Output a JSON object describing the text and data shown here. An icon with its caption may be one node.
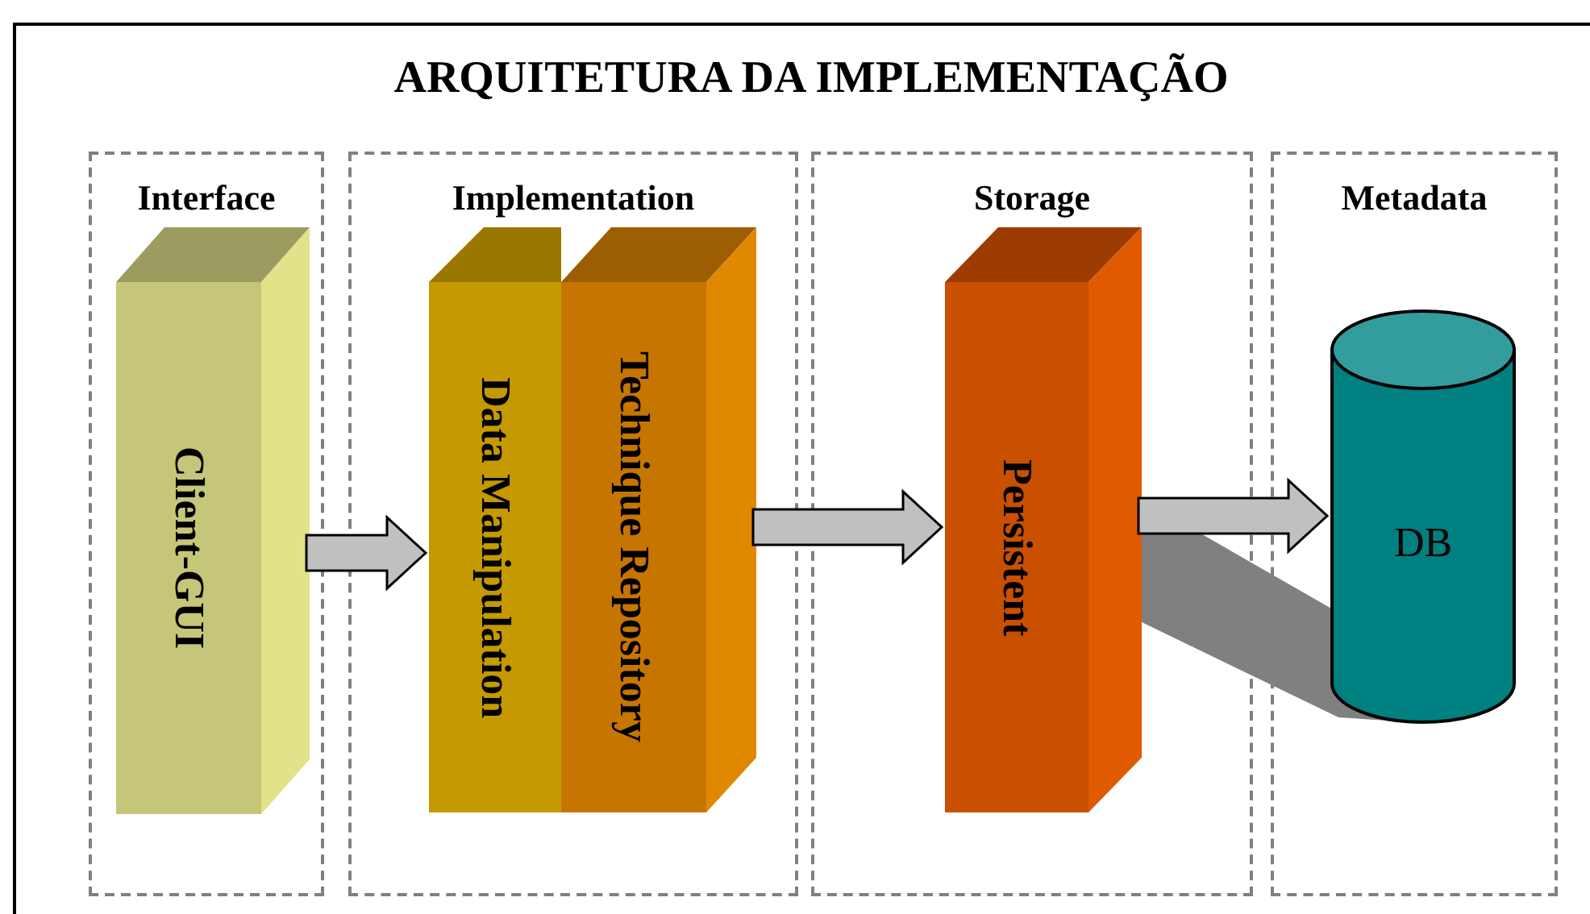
{
  "diagram": {
    "title": "ARQUITETURA DA IMPLEMENTAÇÃO",
    "nodes": [
      {
        "text": [
          "Interface"
        ]
      },
      {
        "text": [
          "Client-GUI"
        ],
        "in": 0
      },
      {
        "text": [
          "Implementation"
        ]
      },
      {
        "text": [
          "Data Manipulation"
        ],
        "in": 2
      },
      {
        "text": [
          "Technique Repository"
        ],
        "in": 2
      },
      {
        "text": [
          "Storage"
        ]
      },
      {
        "text": [
          "Persistent"
        ],
        "in": 5
      },
      {
        "text": [
          "Metadata"
        ]
      },
      {
        "text": [
          "DB"
        ],
        "in": 7
      }
    ],
    "edges": [
      {
        "from": 1,
        "to": 3,
        "arrow": "to"
      },
      {
        "from": 4,
        "to": 6,
        "arrow": "to"
      },
      {
        "from": 6,
        "to": 8,
        "arrow": "to"
      }
    ]
  }
}
